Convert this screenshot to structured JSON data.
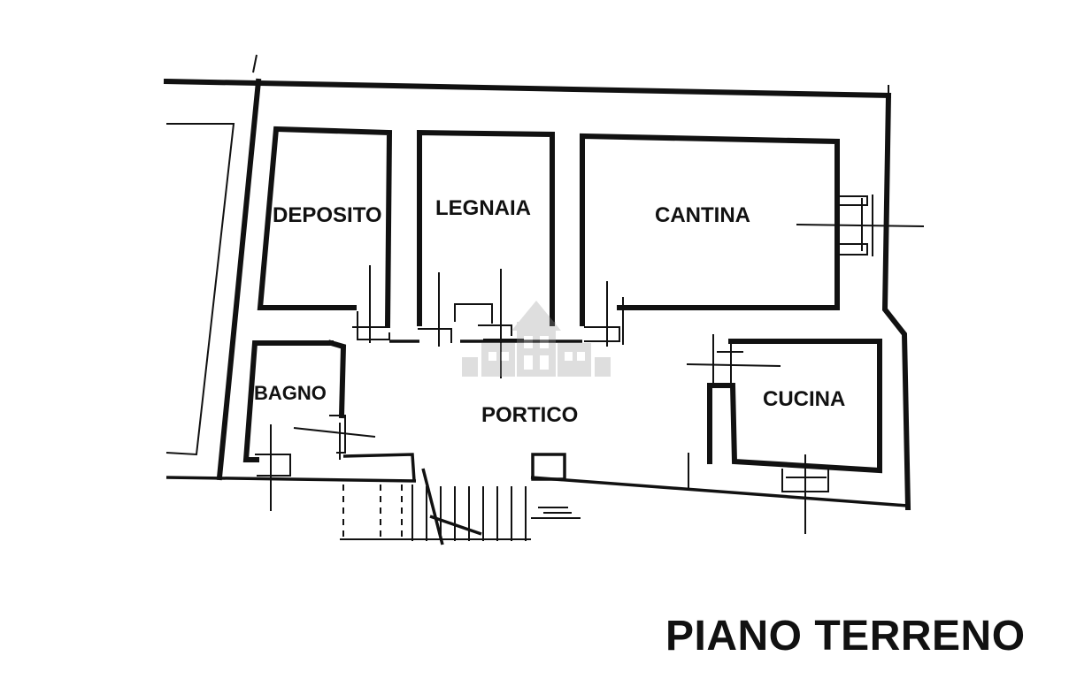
{
  "plan": {
    "title": "PIANO TERRENO",
    "rooms": {
      "deposito": "DEPOSITO",
      "legnaia": "LEGNAIA",
      "cantina": "CANTINA",
      "bagno": "BAGNO",
      "portico": "PORTICO",
      "cucina": "CUCINA"
    }
  },
  "watermark": {
    "icon": "house-watermark-icon"
  },
  "colors": {
    "line": "#111111",
    "background": "#ffffff",
    "watermark": "#9a9a9a"
  }
}
